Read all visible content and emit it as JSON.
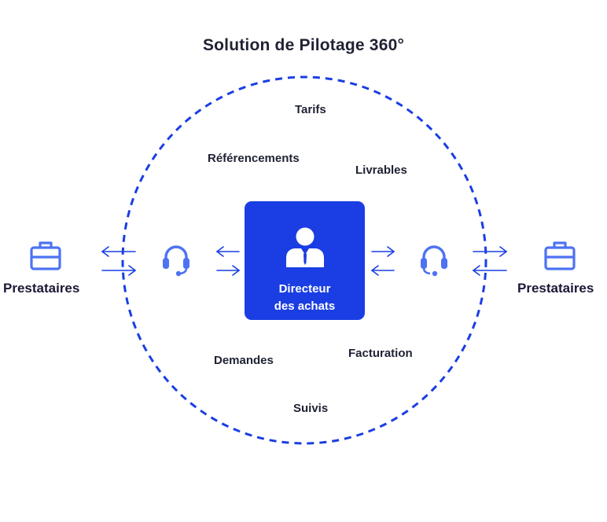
{
  "title": "Solution de Pilotage 360°",
  "center": {
    "line1": "Directeur",
    "line2": "des achats"
  },
  "topics": {
    "tarifs": "Tarifs",
    "referencements": "Référencements",
    "livrables": "Livrables",
    "demandes": "Demandes",
    "facturation": "Facturation",
    "suivis": "Suivis"
  },
  "left_provider": {
    "label": "Prestataires",
    "icon": "briefcase-icon"
  },
  "right_provider": {
    "label": "Prestataires",
    "icon": "briefcase-icon"
  },
  "support_icon": "headset-icon",
  "colors": {
    "accent": "#1a3ee3",
    "icon": "#4d73f2",
    "text": "#1f2233"
  }
}
